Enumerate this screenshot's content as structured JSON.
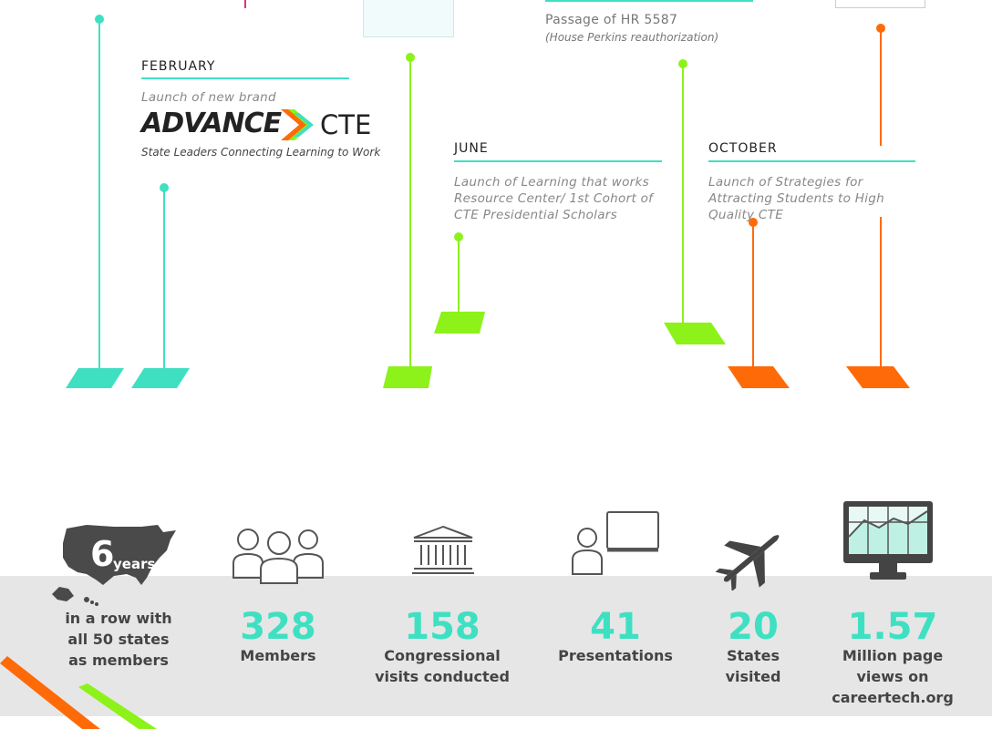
{
  "timeline": {
    "events": [
      {
        "month": "FEBRUARY",
        "description": "Launch of new brand",
        "brand_name": "ADVANCE",
        "brand_suffix": "CTE",
        "brand_tagline": "State Leaders Connecting Learning to Work"
      },
      {
        "month": "JUNE",
        "description": "Launch of Learning that works Resource Center/ 1st Cohort of CTE Presidential Scholars"
      },
      {
        "month": "",
        "description": "Passage of HR 5587",
        "note": "(House Perkins reauthorization)"
      },
      {
        "month": "OCTOBER",
        "description": "Launch of Strategies for Attracting Students to High Quality CTE"
      }
    ]
  },
  "stats": [
    {
      "number": "6",
      "unit": "years",
      "label": "in a row with\nall 50 states\nas members",
      "icon": "us-map-icon"
    },
    {
      "number": "328",
      "label": "Members",
      "icon": "people-icon"
    },
    {
      "number": "158",
      "label": "Congressional\nvisits conducted",
      "icon": "capitol-building-icon"
    },
    {
      "number": "41",
      "label": "Presentations",
      "icon": "presenter-icon"
    },
    {
      "number": "20",
      "label": "States\nvisited",
      "icon": "airplane-icon"
    },
    {
      "number": "1.57",
      "label": "Million page\nviews on\ncareertech.org",
      "icon": "monitor-chart-icon"
    }
  ],
  "colors": {
    "teal": "#3fe0c2",
    "lime": "#8cf21a",
    "orange": "#ff6a08",
    "band": "#e6e6e6"
  }
}
